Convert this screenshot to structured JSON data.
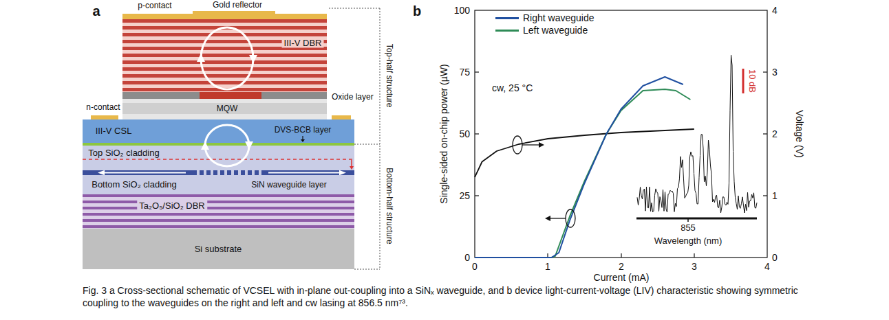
{
  "diagram": {
    "caption": "Fig. 3 a Cross-sectional schematic of VCSEL with in-plane out-coupling into a SiNₓ waveguide, and b device light-current-voltage (LIV) characteristic showing symmetric coupling to the waveguides on the right and left and cw lasing at 856.5 nm⁷³.",
    "nodes": [
      {
        "text": [
          "III-V DBR"
        ]
      },
      {
        "text": [
          "III-V CSL"
        ]
      },
      {
        "text": [
          "Top SiO₂ cladding"
        ]
      },
      {
        "text": [
          "Bottom SiO₂ cladding"
        ]
      },
      {
        "text": [
          "Ta₂O₅/SiO₂ DBR"
        ]
      },
      {
        "text": [
          "Si substrate"
        ]
      }
    ],
    "labels": [
      "a",
      "p-contact",
      "Gold reflector",
      "n-contact",
      "Oxide layer",
      "MQW",
      "DVS-BCB layer",
      "SiN waveguide layer",
      "Top-half structure",
      "Bottom-half structure",
      "b",
      "cw, 25 °C",
      "855",
      "Wavelength (nm)",
      "10 dB",
      "Single-sided on-chip power (µW)",
      "Voltage (V)",
      "Current (mA)",
      "0",
      "25",
      "50",
      "75",
      "100",
      "0",
      "1",
      "2",
      "3",
      "4",
      "0",
      "1",
      "2",
      "3",
      "4"
    ],
    "legend": [
      {
        "text": "Right waveguide",
        "color": "#1f4fa0"
      },
      {
        "text": "Left waveguide",
        "color": "#2e8b57"
      }
    ]
  }
}
